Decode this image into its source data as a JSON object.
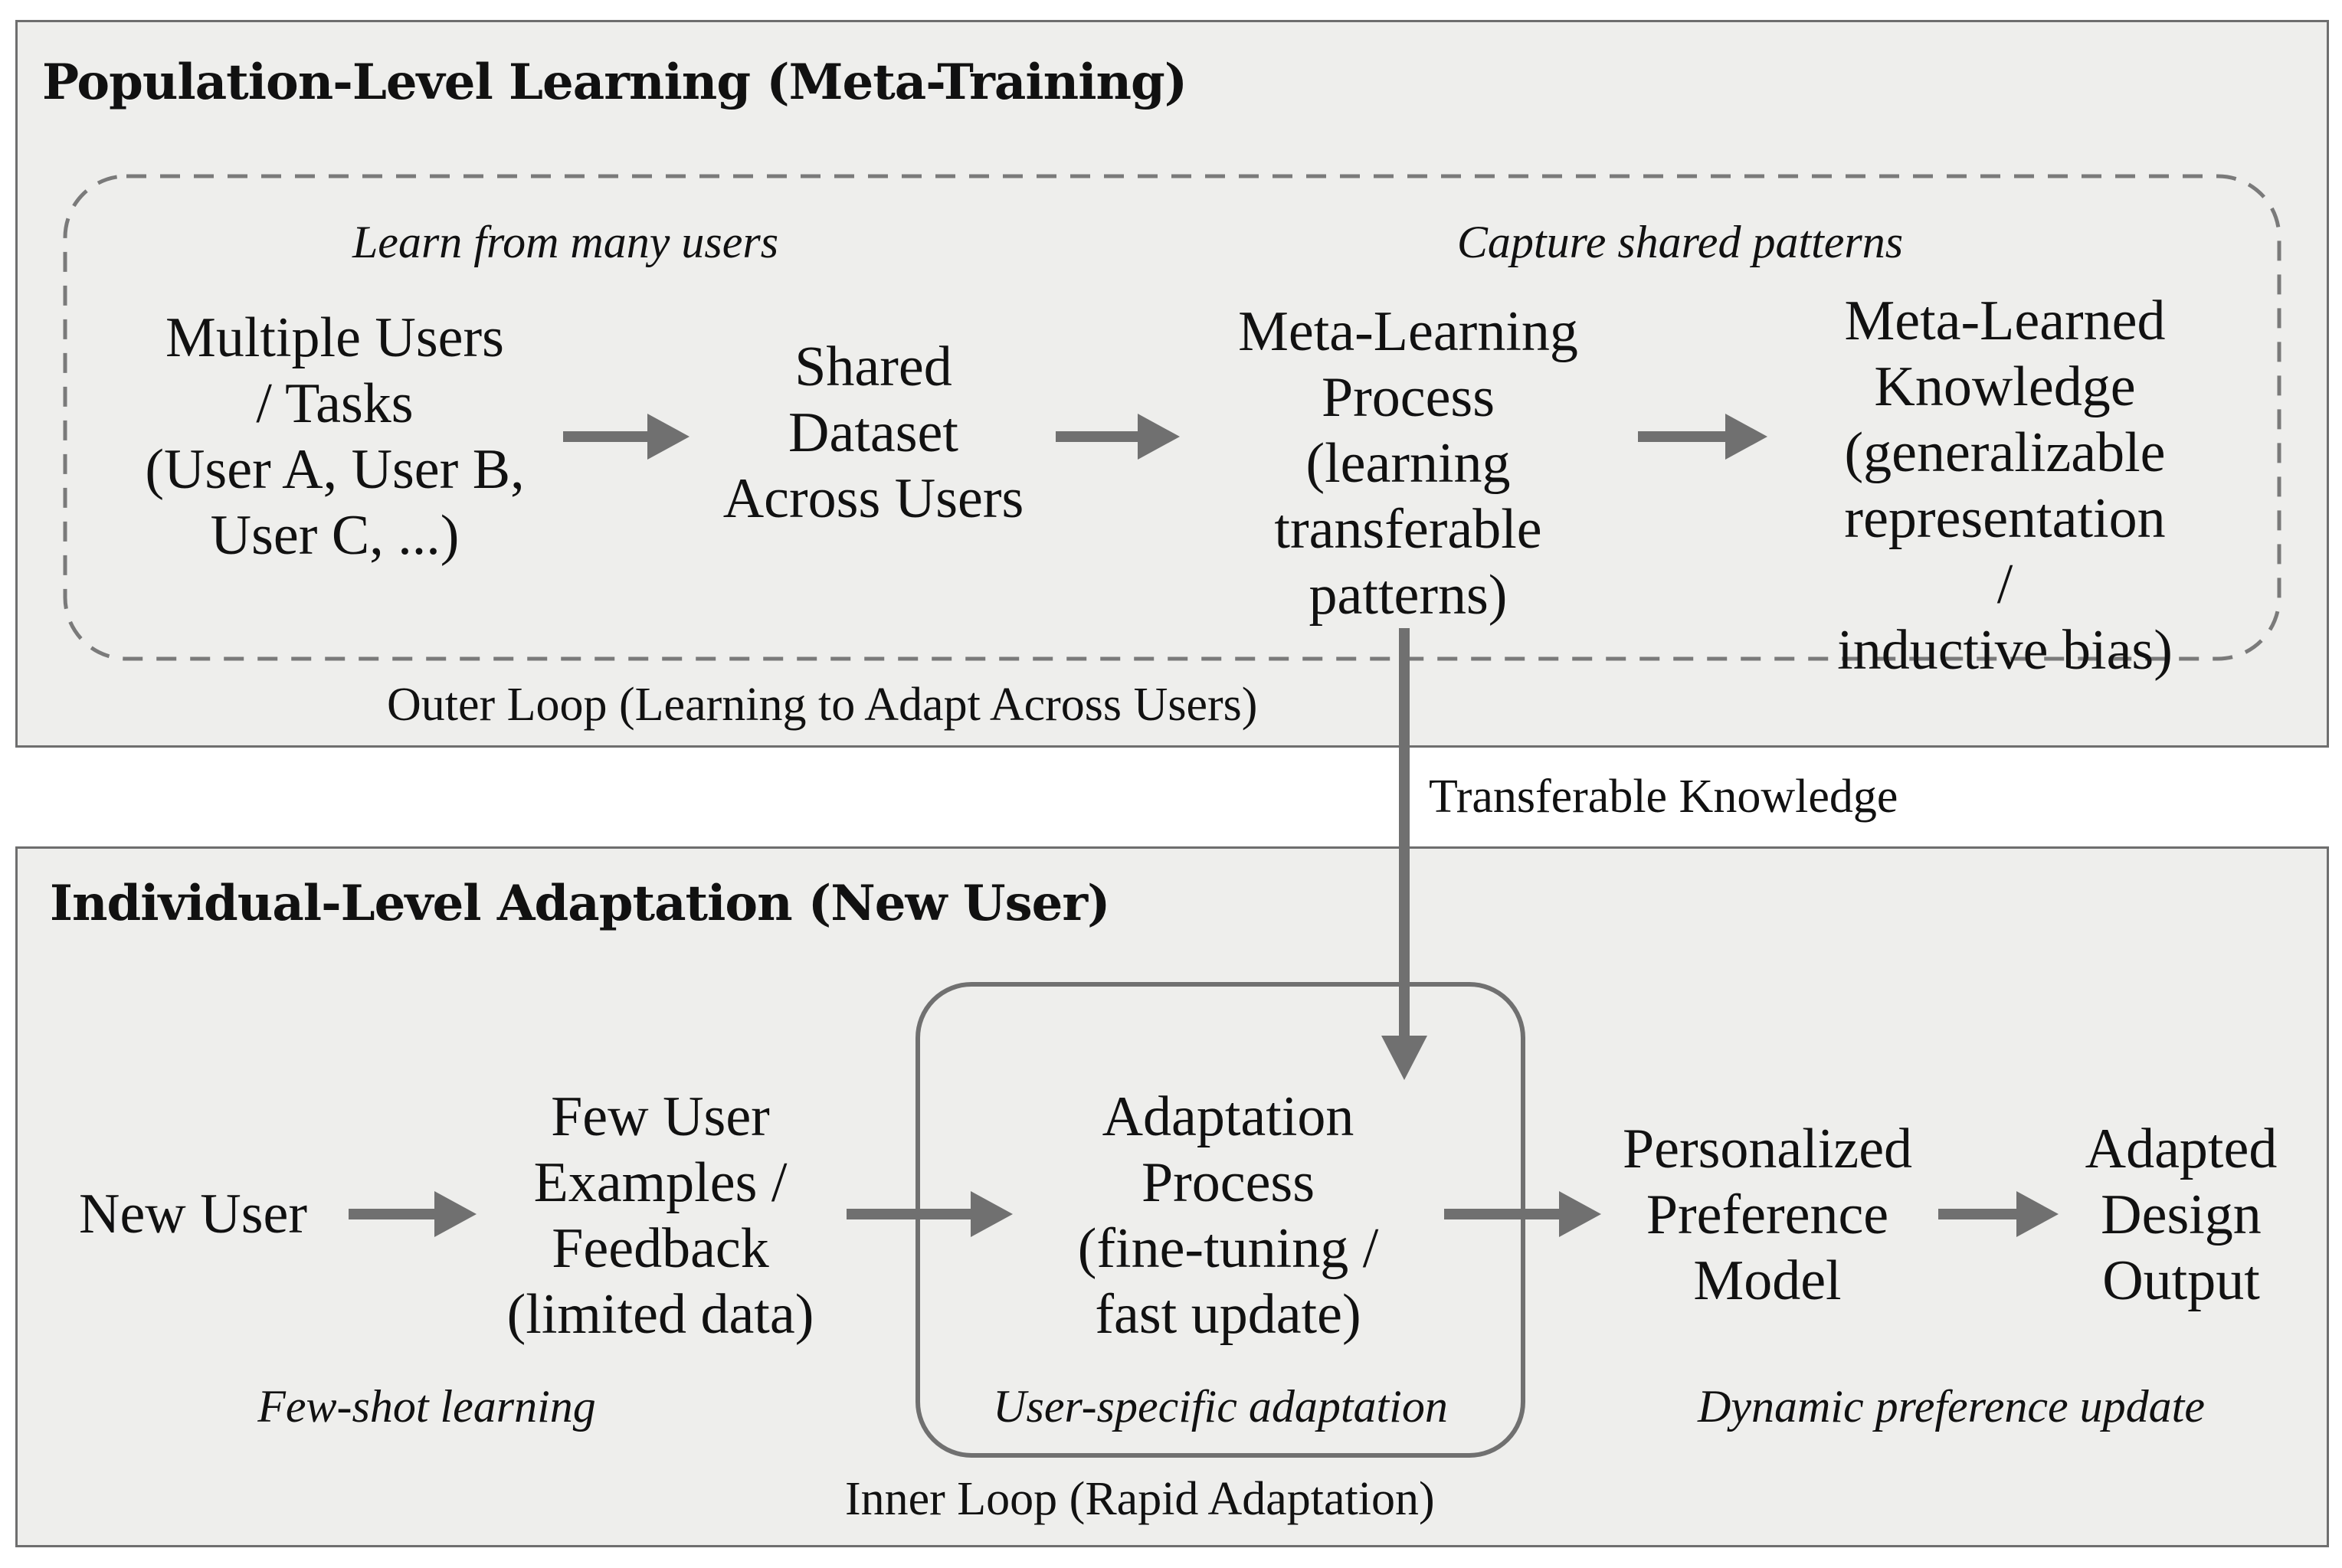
{
  "top_section": {
    "title": "Population-Level Learning (Meta-Training)",
    "caption_left": "Learn from many users",
    "caption_right": "Capture shared patterns",
    "loop_label": "Outer Loop (Learning to Adapt Across Users)",
    "nodes": [
      "Multiple Users\n/ Tasks\n(User A, User B,\nUser C, ...)",
      "Shared\nDataset\nAcross Users",
      "Meta-Learning\nProcess\n(learning\ntransferable\npatterns)",
      "Meta-Learned\nKnowledge\n(generalizable\nrepresentation /\ninductive bias)"
    ]
  },
  "connector": {
    "label": "Transferable Knowledge"
  },
  "bottom_section": {
    "title": "Individual-Level Adaptation (New User)",
    "nodes": [
      "New User",
      "Few User\nExamples /\nFeedback\n(limited data)",
      "Adaptation\nProcess\n(fine-tuning /\nfast update)",
      "Personalized\nPreference\nModel",
      "Adapted\nDesign\nOutput"
    ],
    "captions": [
      "Few-shot learning",
      "User-specific adaptation",
      "Dynamic preference update"
    ],
    "loop_label": "Inner Loop (Rapid Adaptation)"
  },
  "colors": {
    "panel_fill": "#eeeeec",
    "panel_border": "#6e6e6e",
    "arrow": "#707070",
    "text": "#111111"
  }
}
